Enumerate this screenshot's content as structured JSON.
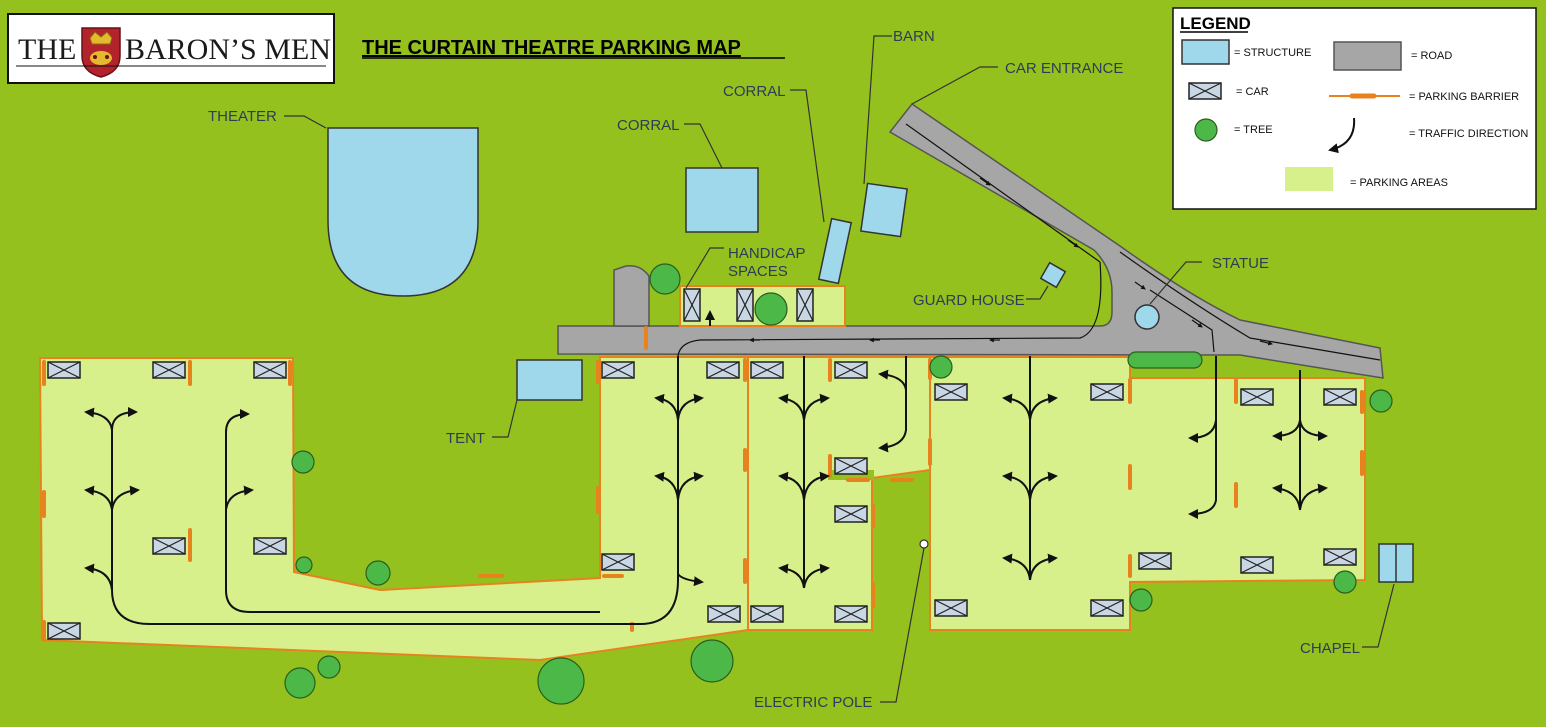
{
  "logo": {
    "text_left": "THE",
    "text_right": "BARON’S MEN"
  },
  "title": "THE CURTAIN THEATRE PARKING MAP",
  "labels": {
    "theater": "THEATER",
    "corral_left": "CORRAL",
    "corral_right": "CORRAL",
    "barn": "BARN",
    "car_entrance": "CAR ENTRANCE",
    "handicap_line1": "HANDICAP",
    "handicap_line2": "SPACES",
    "guard_house": "GUARD HOUSE",
    "statue": "STATUE",
    "tent": "TENT",
    "electric_pole": "ELECTRIC POLE",
    "chapel": "CHAPEL"
  },
  "legend": {
    "title": "LEGEND",
    "structure": "= STRUCTURE",
    "road": "= ROAD",
    "car": "= CAR",
    "parking_barrier": "= PARKING BARRIER",
    "tree": "= TREE",
    "traffic_direction": "= TRAFFIC DIRECTION",
    "parking_areas": "= PARKING AREAS"
  },
  "colors": {
    "grass": "#95c11f",
    "parking_area": "#d7f08c",
    "structure": "#9ed8ea",
    "road": "#a6a6a6",
    "tree": "#4cb848",
    "barrier": "#e8821e",
    "car": "#c9d6e3"
  },
  "icons": {
    "car": "car-icon",
    "tree": "tree-icon",
    "shield": "crest-shield-icon"
  }
}
